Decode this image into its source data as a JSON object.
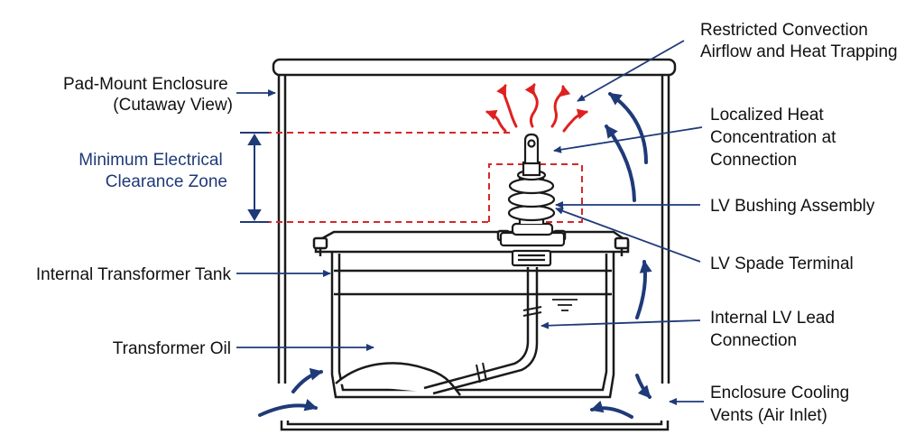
{
  "labels": {
    "enclosure": [
      "Pad-Mount Enclosure",
      "(Cutaway View)"
    ],
    "clearance": [
      "Minimum Electrical",
      "Clearance Zone"
    ],
    "tank": "Internal Transformer Tank",
    "oil": "Transformer Oil",
    "convection": [
      "Restricted Convection",
      "Airflow and Heat Trapping"
    ],
    "heat": [
      "Localized Heat",
      "Concentration at",
      "Connection"
    ],
    "bushing": "LV Bushing Assembly",
    "spade": "LV Spade Terminal",
    "lead": [
      "Internal LV Lead",
      "Connection"
    ],
    "vents": [
      "Enclosure Cooling",
      "Vents (Air Inlet)"
    ]
  },
  "colors": {
    "line": "#1a1a1a",
    "leader": "#1f3a78",
    "airflow_arrow": "#1f3a78",
    "heat_arrow": "#e02020",
    "clearance_dash": "#d62828",
    "clearance_text": "#1f3a78"
  }
}
